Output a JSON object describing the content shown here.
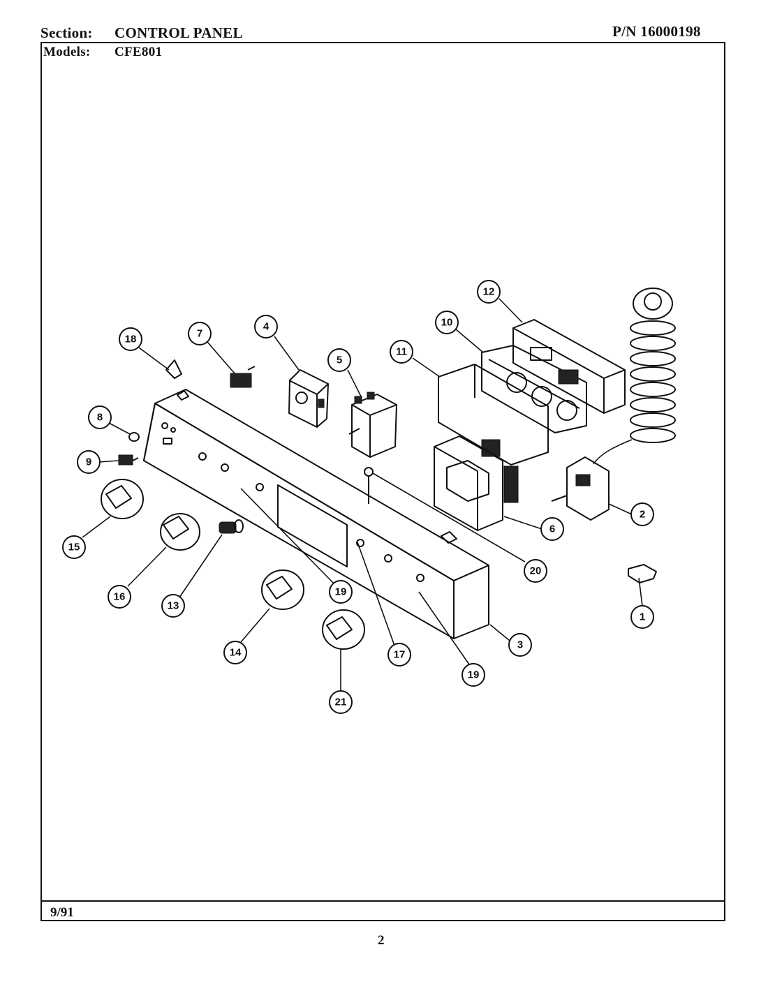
{
  "header": {
    "section_label": "Section:",
    "section_value": "CONTROL PANEL",
    "models_label": "Models:",
    "models_value": "CFE801",
    "part_number": "P/N 16000198"
  },
  "footer": {
    "date": "9/91",
    "page_number": "2"
  },
  "callouts": [
    {
      "id": "c1",
      "label": "1"
    },
    {
      "id": "c2",
      "label": "2"
    },
    {
      "id": "c3",
      "label": "3"
    },
    {
      "id": "c4",
      "label": "4"
    },
    {
      "id": "c5",
      "label": "5"
    },
    {
      "id": "c6",
      "label": "6"
    },
    {
      "id": "c7",
      "label": "7"
    },
    {
      "id": "c8",
      "label": "8"
    },
    {
      "id": "c9",
      "label": "9"
    },
    {
      "id": "c10",
      "label": "10"
    },
    {
      "id": "c11",
      "label": "11"
    },
    {
      "id": "c12",
      "label": "12"
    },
    {
      "id": "c13",
      "label": "13"
    },
    {
      "id": "c14",
      "label": "14"
    },
    {
      "id": "c15",
      "label": "15"
    },
    {
      "id": "c16",
      "label": "16"
    },
    {
      "id": "c17",
      "label": "17"
    },
    {
      "id": "c18",
      "label": "18"
    },
    {
      "id": "c19a",
      "label": "19"
    },
    {
      "id": "c19b",
      "label": "19"
    },
    {
      "id": "c20",
      "label": "20"
    },
    {
      "id": "c21",
      "label": "21"
    }
  ]
}
